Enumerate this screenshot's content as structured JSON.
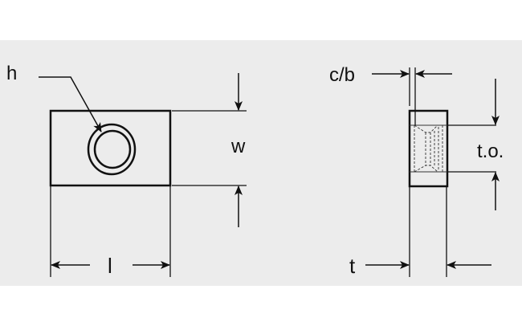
{
  "labels": {
    "hole": "h",
    "width": "w",
    "length": "l",
    "counterbore": "c/b",
    "tapping_offset": "t.o.",
    "thickness": "t"
  },
  "colors": {
    "background_band": "#ececec",
    "line": "#111111"
  }
}
